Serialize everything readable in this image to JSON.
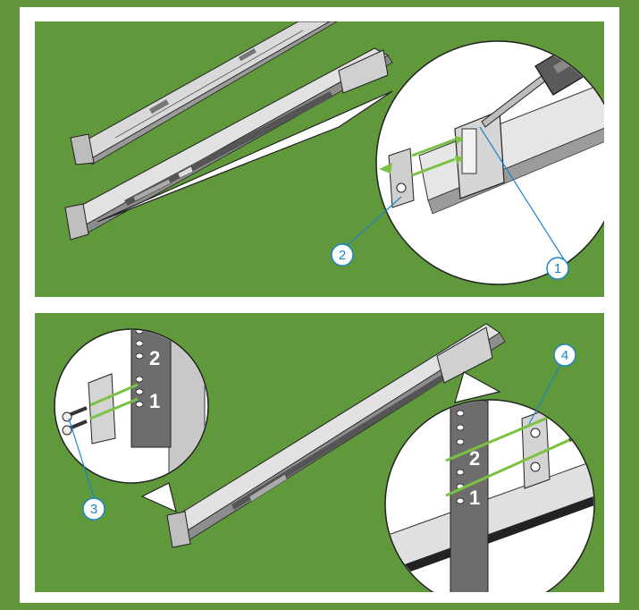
{
  "callouts": [
    {
      "id": 1,
      "label": "1"
    },
    {
      "id": 2,
      "label": "2"
    },
    {
      "id": 3,
      "label": "3"
    },
    {
      "id": 4,
      "label": "4"
    }
  ],
  "rack_markings": {
    "top_left": [
      "2",
      "1"
    ],
    "bottom_right": [
      "2",
      "1"
    ]
  },
  "colors": {
    "background_green": "#61963d",
    "frame_white": "#ffffff",
    "callout_blue": "#1b86c9",
    "arrow_green": "#7cc242",
    "rail_grey": "#c9c9c9",
    "rack_post": "#6d6d6d"
  }
}
